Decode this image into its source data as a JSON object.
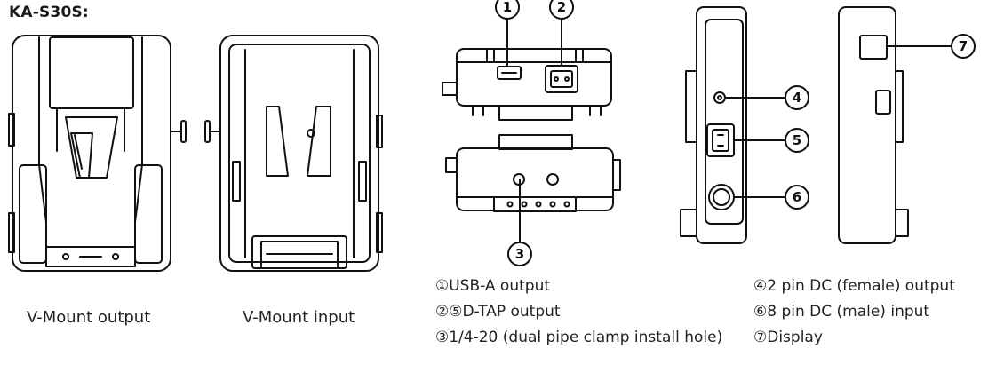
{
  "title": "KA-S30S:",
  "captions": {
    "vmount_output": "V-Mount output",
    "vmount_input": "V-Mount input"
  },
  "callouts": [
    "1",
    "2",
    "3",
    "4",
    "5",
    "6",
    "7"
  ],
  "legend": [
    "①USB-A  output",
    "②⑤D-TAP output",
    "③1/4-20 (dual pipe clamp install hole)",
    "④2 pin DC (female) output",
    "⑥8 pin DC (male) input",
    "⑦Display"
  ]
}
